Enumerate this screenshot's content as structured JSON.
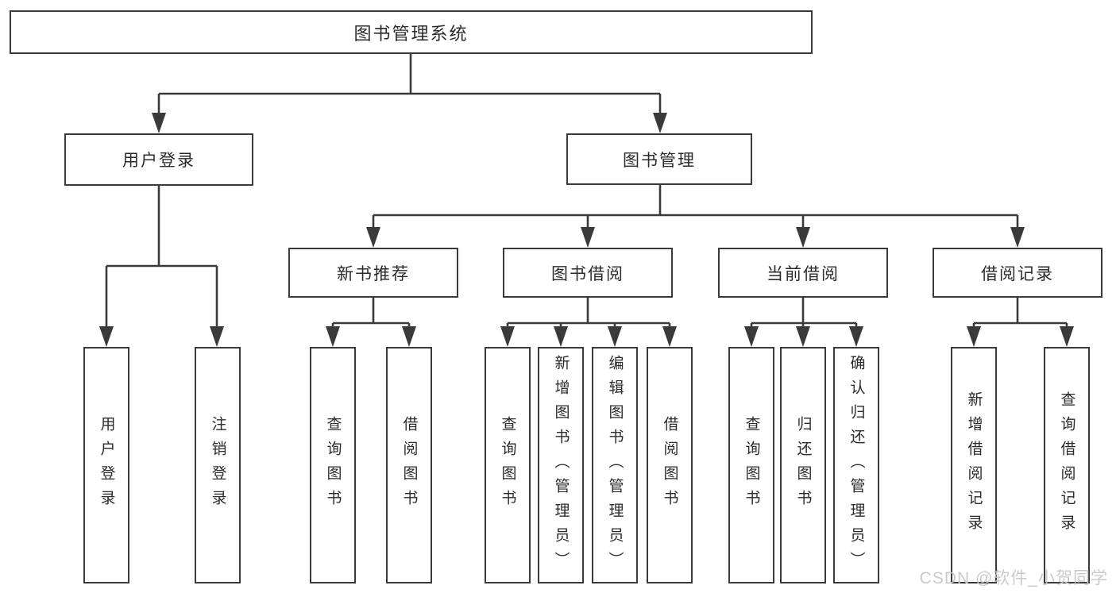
{
  "tree": {
    "label": "图书管理系统",
    "children": [
      {
        "label": "用户登录",
        "children": [
          {
            "label": "用户登录"
          },
          {
            "label": "注销登录"
          }
        ]
      },
      {
        "label": "图书管理",
        "children": [
          {
            "label": "新书推荐",
            "children": [
              {
                "label": "查询图书"
              },
              {
                "label": "借阅图书"
              }
            ]
          },
          {
            "label": "图书借阅",
            "children": [
              {
                "label": "查询图书"
              },
              {
                "label": "新增图书（管理员）"
              },
              {
                "label": "编辑图书（管理员）"
              },
              {
                "label": "借阅图书"
              }
            ]
          },
          {
            "label": "当前借阅",
            "children": [
              {
                "label": "查询图书"
              },
              {
                "label": "归还图书"
              },
              {
                "label": "确认归还（管理员）"
              }
            ]
          },
          {
            "label": "借阅记录",
            "children": [
              {
                "label": "新增借阅记录"
              },
              {
                "label": "查询借阅记录"
              }
            ]
          }
        ]
      }
    ]
  },
  "watermark": {
    "text": "CSDN @软件_小贺同学"
  },
  "colors": {
    "line": "#3a3a3a",
    "text": "#2b2b2b",
    "watermark": "#c8c8c8",
    "background": "#ffffff"
  }
}
